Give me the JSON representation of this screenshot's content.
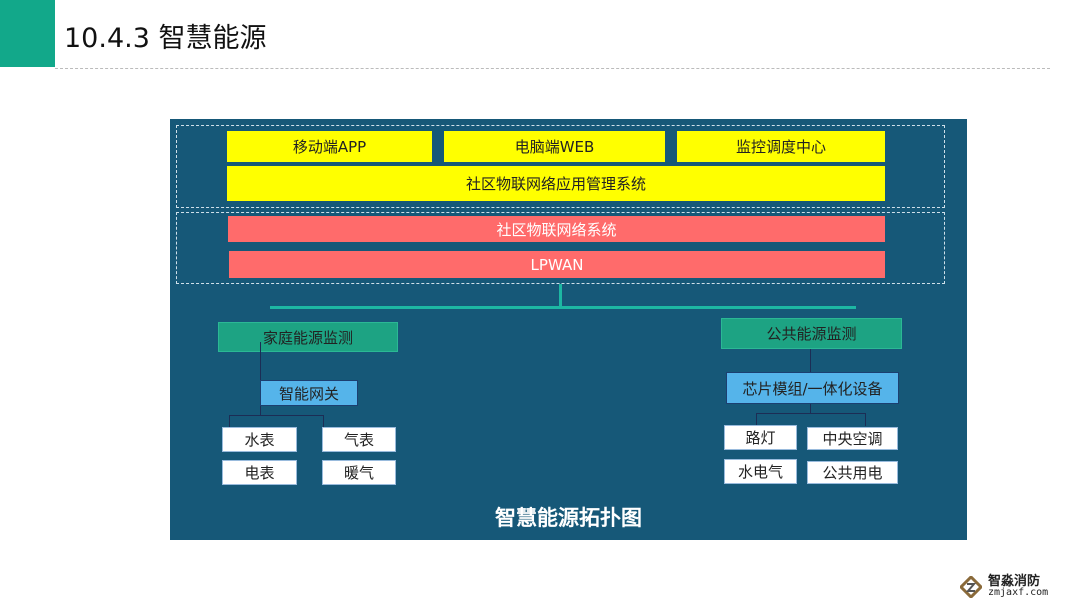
{
  "header": {
    "title": "10.4.3  智慧能源"
  },
  "diagram": {
    "app_layer": [
      "移动端APP",
      "电脑端WEB",
      "监控调度中心"
    ],
    "app_system": "社区物联网络应用管理系统",
    "network_system": "社区物联网络系统",
    "lpwan": "LPWAN",
    "home": {
      "title": "家庭能源监测",
      "gateway": "智能网关",
      "devices": [
        "水表",
        "气表",
        "电表",
        "暖气"
      ]
    },
    "public": {
      "title": "公共能源监测",
      "gateway": "芯片模组/一体化设备",
      "devices": [
        "路灯",
        "中央空调",
        "水电气",
        "公共用电"
      ]
    },
    "caption": "智慧能源拓扑图"
  },
  "logo": {
    "name": "智淼消防",
    "url": "zmjaxf.com"
  },
  "colors": {
    "accent": "#12a88a",
    "panel": "#165878",
    "yellow": "#ffff00",
    "red": "#ff6b6b"
  }
}
